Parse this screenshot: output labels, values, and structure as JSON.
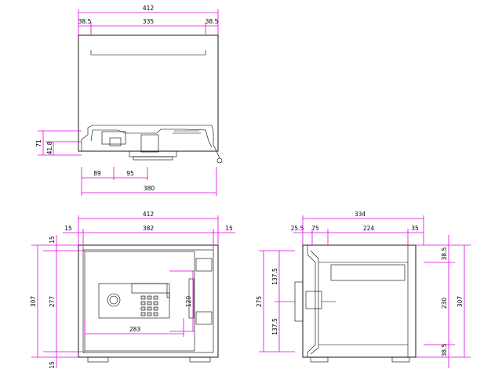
{
  "top_view": {
    "overall": "412",
    "left_margin": "38.5",
    "center": "335",
    "right_margin": "38.5",
    "height_outer": "71",
    "height_inner": "41.8",
    "bottom_a": "89",
    "bottom_b": "95",
    "bottom_total": "380"
  },
  "front_view": {
    "overall_width": "412",
    "side_left": "15",
    "inner_width": "382",
    "side_right": "15",
    "total_height": "307",
    "top_margin": "15",
    "inner_height": "277",
    "bottom_margin": "15",
    "panel_height": "120",
    "panel_width": "283"
  },
  "side_view": {
    "overall_depth": "334",
    "seg_a": "25.5",
    "seg_b": "75",
    "seg_c": "224",
    "seg_d": "35",
    "height_total": "275",
    "half_top": "137.5",
    "half_bottom": "137.5",
    "right_top": "38.5",
    "right_inner": "230",
    "right_total": "307",
    "right_bottom": "38.5"
  }
}
